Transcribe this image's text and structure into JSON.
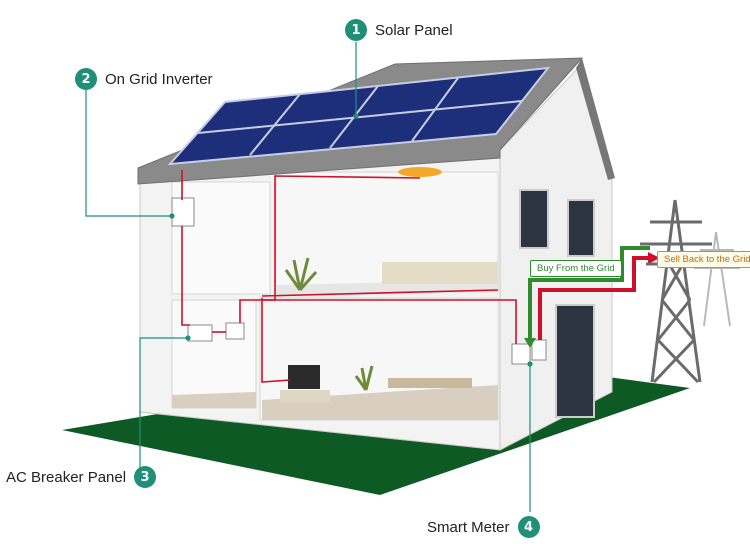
{
  "callouts": [
    {
      "number": "1",
      "label": "Solar Panel"
    },
    {
      "number": "2",
      "label": "On Grid Inverter"
    },
    {
      "number": "3",
      "label": "AC Breaker Panel"
    },
    {
      "number": "4",
      "label": "Smart Meter"
    }
  ],
  "grid_flow": {
    "buy_label": "Buy From the Grid",
    "sell_label": "Sell Back to the Grid"
  },
  "colors": {
    "accent": "#1f8f79",
    "wire": "#d0102a",
    "ground": "#0d5a25",
    "panel": "#1d2f7a",
    "buy": "#2e8b2e",
    "sell": "#c89418"
  }
}
